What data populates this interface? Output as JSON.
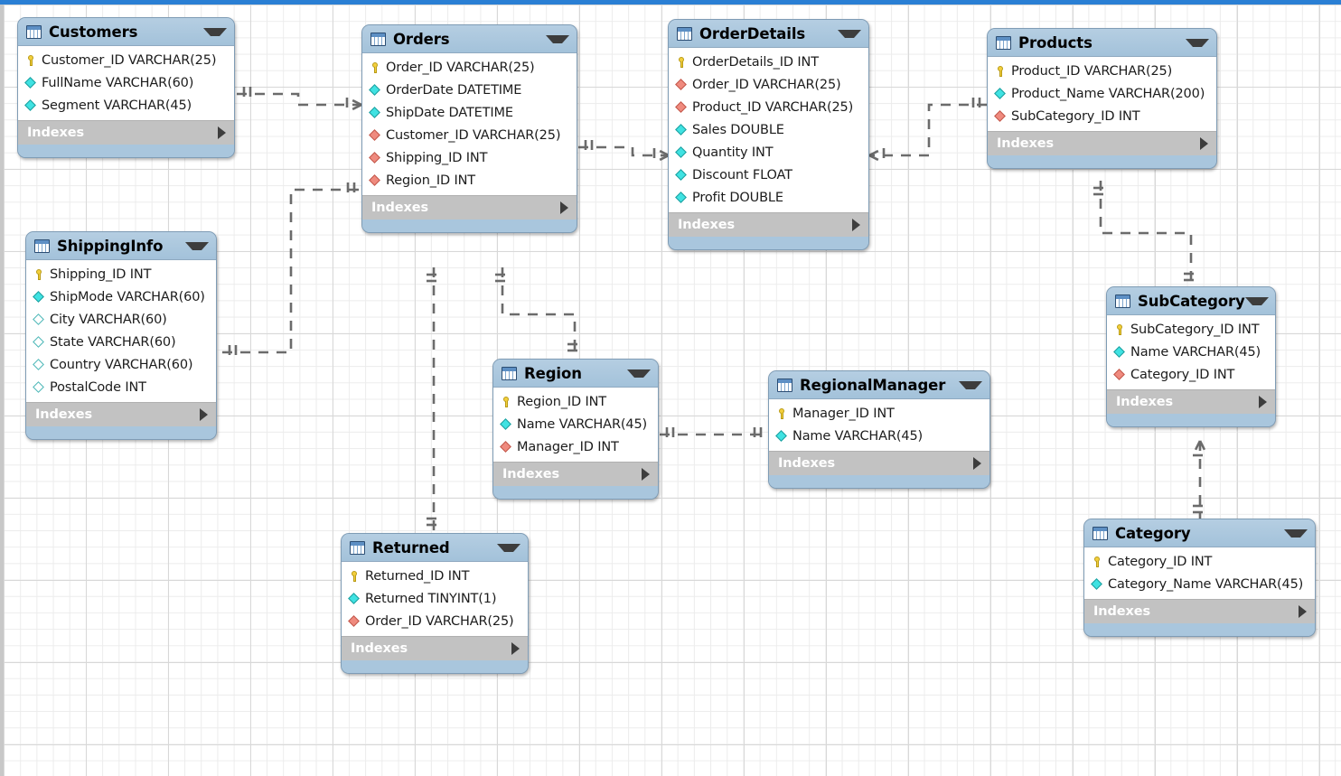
{
  "diagram": {
    "kind": "eer-diagram",
    "accent_color": "#2a7fd4",
    "table_header_color": "#a9c6dd",
    "indexes_row_color": "#c2c2c2",
    "connector_color": "#6b6b6b",
    "marker_colors": {
      "primary_key": "#f3cf3d",
      "column": "#3fe2e2",
      "nullable_column": "#ffffff",
      "foreign_key": "#ef8a7e"
    }
  },
  "tables": [
    {
      "name": "Customers",
      "indexes_label": "Indexes",
      "columns": [
        {
          "label": "Customer_ID VARCHAR(25)",
          "marker": "pk"
        },
        {
          "label": "FullName VARCHAR(60)",
          "marker": "col"
        },
        {
          "label": "Segment VARCHAR(45)",
          "marker": "col"
        }
      ]
    },
    {
      "name": "Orders",
      "indexes_label": "Indexes",
      "columns": [
        {
          "label": "Order_ID VARCHAR(25)",
          "marker": "pk"
        },
        {
          "label": "OrderDate DATETIME",
          "marker": "col"
        },
        {
          "label": "ShipDate DATETIME",
          "marker": "col"
        },
        {
          "label": "Customer_ID VARCHAR(25)",
          "marker": "fk"
        },
        {
          "label": "Shipping_ID INT",
          "marker": "fk"
        },
        {
          "label": "Region_ID INT",
          "marker": "fk"
        }
      ]
    },
    {
      "name": "OrderDetails",
      "indexes_label": "Indexes",
      "columns": [
        {
          "label": "OrderDetails_ID INT",
          "marker": "pk"
        },
        {
          "label": "Order_ID VARCHAR(25)",
          "marker": "fk"
        },
        {
          "label": "Product_ID VARCHAR(25)",
          "marker": "fk"
        },
        {
          "label": "Sales DOUBLE",
          "marker": "col"
        },
        {
          "label": "Quantity INT",
          "marker": "col"
        },
        {
          "label": "Discount FLOAT",
          "marker": "col"
        },
        {
          "label": "Profit DOUBLE",
          "marker": "col"
        }
      ]
    },
    {
      "name": "Products",
      "indexes_label": "Indexes",
      "columns": [
        {
          "label": "Product_ID VARCHAR(25)",
          "marker": "pk"
        },
        {
          "label": "Product_Name VARCHAR(200)",
          "marker": "col"
        },
        {
          "label": "SubCategory_ID INT",
          "marker": "fk"
        }
      ]
    },
    {
      "name": "ShippingInfo",
      "indexes_label": "Indexes",
      "columns": [
        {
          "label": "Shipping_ID INT",
          "marker": "pk"
        },
        {
          "label": "ShipMode VARCHAR(60)",
          "marker": "col"
        },
        {
          "label": "City VARCHAR(60)",
          "marker": "null"
        },
        {
          "label": "State VARCHAR(60)",
          "marker": "null"
        },
        {
          "label": "Country VARCHAR(60)",
          "marker": "null"
        },
        {
          "label": "PostalCode INT",
          "marker": "null"
        }
      ]
    },
    {
      "name": "SubCategory",
      "indexes_label": "Indexes",
      "columns": [
        {
          "label": "SubCategory_ID INT",
          "marker": "pk"
        },
        {
          "label": "Name VARCHAR(45)",
          "marker": "col"
        },
        {
          "label": "Category_ID INT",
          "marker": "fk"
        }
      ]
    },
    {
      "name": "Region",
      "indexes_label": "Indexes",
      "columns": [
        {
          "label": "Region_ID INT",
          "marker": "pk"
        },
        {
          "label": "Name VARCHAR(45)",
          "marker": "col"
        },
        {
          "label": "Manager_ID INT",
          "marker": "fk"
        }
      ]
    },
    {
      "name": "RegionalManager",
      "indexes_label": "Indexes",
      "columns": [
        {
          "label": "Manager_ID INT",
          "marker": "pk"
        },
        {
          "label": "Name VARCHAR(45)",
          "marker": "col"
        }
      ]
    },
    {
      "name": "Category",
      "indexes_label": "Indexes",
      "columns": [
        {
          "label": "Category_ID INT",
          "marker": "pk"
        },
        {
          "label": "Category_Name VARCHAR(45)",
          "marker": "col"
        }
      ]
    },
    {
      "name": "Returned",
      "indexes_label": "Indexes",
      "columns": [
        {
          "label": "Returned_ID INT",
          "marker": "pk"
        },
        {
          "label": "Returned TINYINT(1)",
          "marker": "col"
        },
        {
          "label": "Order_ID VARCHAR(25)",
          "marker": "fk"
        }
      ]
    }
  ],
  "relationships": [
    {
      "from": "Customers",
      "to": "Orders",
      "from_cardinality": "one",
      "to_cardinality": "many"
    },
    {
      "from": "ShippingInfo",
      "to": "Orders",
      "from_cardinality": "one",
      "to_cardinality": "one"
    },
    {
      "from": "Orders",
      "to": "OrderDetails",
      "from_cardinality": "one",
      "to_cardinality": "many"
    },
    {
      "from": "Products",
      "to": "OrderDetails",
      "from_cardinality": "one",
      "to_cardinality": "many"
    },
    {
      "from": "Orders",
      "to": "Returned",
      "from_cardinality": "one",
      "to_cardinality": "one"
    },
    {
      "from": "Orders",
      "to": "Region",
      "from_cardinality": "one",
      "to_cardinality": "one"
    },
    {
      "from": "Region",
      "to": "RegionalManager",
      "from_cardinality": "one",
      "to_cardinality": "one"
    },
    {
      "from": "Products",
      "to": "SubCategory",
      "from_cardinality": "one",
      "to_cardinality": "one"
    },
    {
      "from": "SubCategory",
      "to": "Category",
      "from_cardinality": "many",
      "to_cardinality": "one"
    }
  ]
}
